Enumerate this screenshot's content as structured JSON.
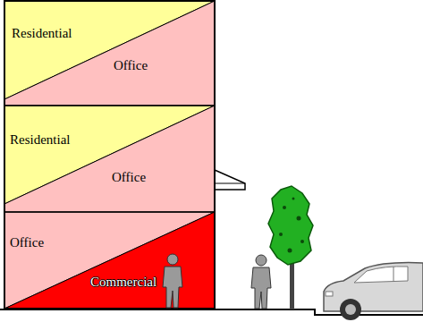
{
  "diagram": {
    "nodes": [
      {
        "text": [
          "Residential"
        ]
      },
      {
        "text": [
          "Office"
        ]
      },
      {
        "text": [
          "Residential"
        ]
      },
      {
        "text": [
          "Office"
        ]
      },
      {
        "text": [
          "Office"
        ]
      },
      {
        "text": [
          "Commercial"
        ]
      }
    ]
  }
}
